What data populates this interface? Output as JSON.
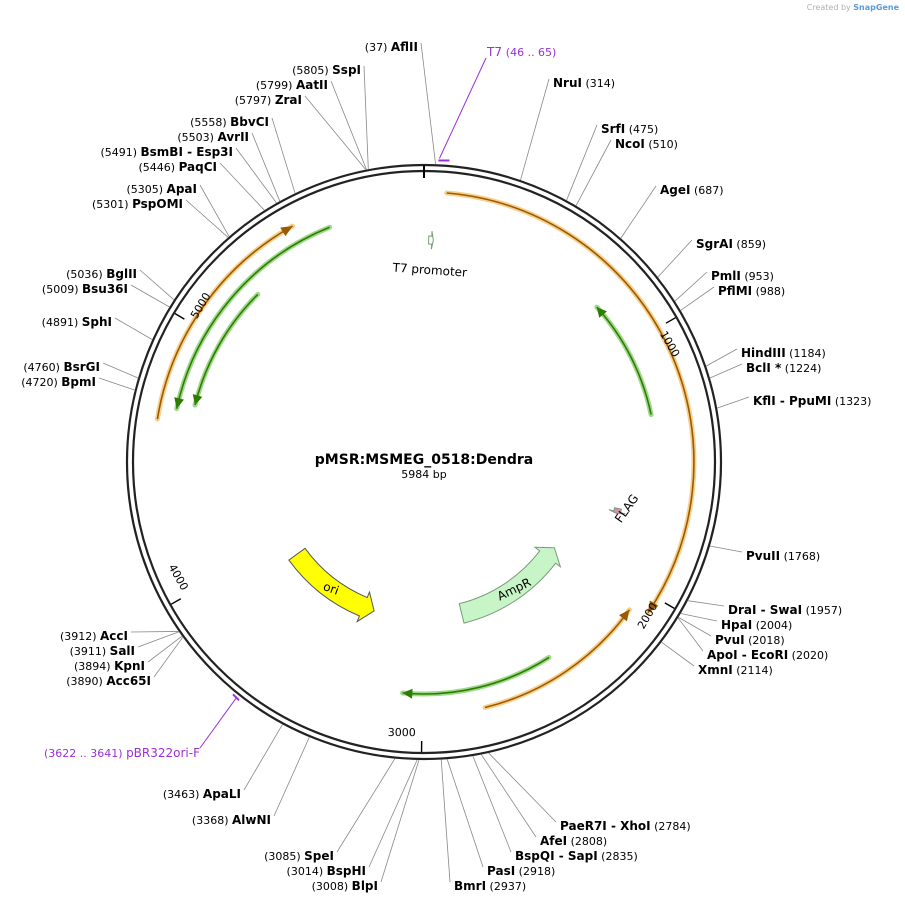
{
  "app": {
    "credit_prefix": "Created by",
    "credit_brand": "SnapGene"
  },
  "plasmid": {
    "name": "pMSR:MSMEG_0518:Dendra",
    "length_label": "5984 bp",
    "length": 5984
  },
  "ticks": [
    {
      "label": "1000",
      "bp": 1000
    },
    {
      "label": "2000",
      "bp": 2000
    },
    {
      "label": "3000",
      "bp": 3000
    },
    {
      "label": "4000",
      "bp": 4000
    },
    {
      "label": "5000",
      "bp": 5000
    }
  ],
  "sites": [
    {
      "name": "AflII",
      "pos": "(37)",
      "bp": 37
    },
    {
      "name": "NruI",
      "pos": "(314)",
      "bp": 314
    },
    {
      "name": "SrfI",
      "pos": "(475)",
      "bp": 475
    },
    {
      "name": "NcoI",
      "pos": "(510)",
      "bp": 510
    },
    {
      "name": "AgeI",
      "pos": "(687)",
      "bp": 687
    },
    {
      "name": "SgrAI",
      "pos": "(859)",
      "bp": 859
    },
    {
      "name": "PmlI",
      "pos": "(953)",
      "bp": 953
    },
    {
      "name": "PflMI",
      "pos": "(988)",
      "bp": 988
    },
    {
      "name": "HindIII",
      "pos": "(1184)",
      "bp": 1184
    },
    {
      "name": "BclI *",
      "pos": "(1224)",
      "bp": 1224
    },
    {
      "name": "KflI",
      "name2": "PpuMI",
      "pos": "(1323)",
      "bp": 1323
    },
    {
      "name": "PvuII",
      "pos": "(1768)",
      "bp": 1768
    },
    {
      "name": "DraI",
      "name2": "SwaI",
      "pos": "(1957)",
      "bp": 1957
    },
    {
      "name": "HpaI",
      "pos": "(2004)",
      "bp": 2004
    },
    {
      "name": "PvuI",
      "pos": "(2018)",
      "bp": 2018
    },
    {
      "name": "ApoI",
      "name2": "EcoRI",
      "pos": "(2020)",
      "bp": 2020
    },
    {
      "name": "XmnI",
      "pos": "(2114)",
      "bp": 2114
    },
    {
      "name": "PaeR7I",
      "name2": "XhoI",
      "pos": "(2784)",
      "bp": 2784
    },
    {
      "name": "AfeI",
      "pos": "(2808)",
      "bp": 2808
    },
    {
      "name": "BspQI",
      "name2": "SapI",
      "pos": "(2835)",
      "bp": 2835
    },
    {
      "name": "PasI",
      "pos": "(2918)",
      "bp": 2918
    },
    {
      "name": "BmrI",
      "pos": "(2937)",
      "bp": 2937
    },
    {
      "name": "BlpI",
      "pos": "(3008)",
      "bp": 3008
    },
    {
      "name": "BspHI",
      "pos": "(3014)",
      "bp": 3014
    },
    {
      "name": "SpeI",
      "pos": "(3085)",
      "bp": 3085
    },
    {
      "name": "AlwNI",
      "pos": "(3368)",
      "bp": 3368
    },
    {
      "name": "ApaLI",
      "pos": "(3463)",
      "bp": 3463
    },
    {
      "name": "Acc65I",
      "pos": "(3890)",
      "bp": 3890
    },
    {
      "name": "KpnI",
      "pos": "(3894)",
      "bp": 3894
    },
    {
      "name": "SalI",
      "pos": "(3911)",
      "bp": 3911
    },
    {
      "name": "AccI",
      "pos": "(3912)",
      "bp": 3912
    },
    {
      "name": "BpmI",
      "pos": "(4720)",
      "bp": 4720
    },
    {
      "name": "BsrGI",
      "pos": "(4760)",
      "bp": 4760
    },
    {
      "name": "SphI",
      "pos": "(4891)",
      "bp": 4891
    },
    {
      "name": "Bsu36I",
      "pos": "(5009)",
      "bp": 5009
    },
    {
      "name": "BglII",
      "pos": "(5036)",
      "bp": 5036
    },
    {
      "name": "PspOMI",
      "pos": "(5301)",
      "bp": 5301
    },
    {
      "name": "ApaI",
      "pos": "(5305)",
      "bp": 5305
    },
    {
      "name": "PaqCI",
      "pos": "(5446)",
      "bp": 5446
    },
    {
      "name": "BsmBI",
      "name2": "Esp3I",
      "pos": "(5491)",
      "bp": 5491
    },
    {
      "name": "AvrII",
      "pos": "(5503)",
      "bp": 5503
    },
    {
      "name": "BbvCI",
      "pos": "(5558)",
      "bp": 5558
    },
    {
      "name": "ZraI",
      "pos": "(5797)",
      "bp": 5797
    },
    {
      "name": "AatII",
      "pos": "(5799)",
      "bp": 5799
    },
    {
      "name": "SspI",
      "pos": "(5805)",
      "bp": 5805
    }
  ],
  "features": [
    {
      "name": "T7 promoter",
      "type": "promoter",
      "start": 20,
      "end": 40,
      "color": "#ffffff"
    },
    {
      "name": "FLAG",
      "type": "tag",
      "start": 1720,
      "end": 1745,
      "color": "#d88fa6"
    },
    {
      "name": "AmpR",
      "type": "cds",
      "start": 2050,
      "end": 2760,
      "color": "#c8f5c8"
    },
    {
      "name": "ori",
      "type": "rep_origin",
      "start": 3300,
      "end": 3890,
      "color": "#ffff00"
    }
  ],
  "orfs": [
    {
      "label": "orf-outer-right",
      "start": 80,
      "end": 2060,
      "color": "#9a5a00"
    },
    {
      "label": "orf-inner-right",
      "start": 2090,
      "end": 2760,
      "color": "#9a5a00"
    },
    {
      "label": "orf-inner-green",
      "start": 800,
      "end": 1300,
      "color": "#2d7d00"
    },
    {
      "label": "orf-bottom-green",
      "start": 2450,
      "end": 3080,
      "color": "#2d7d00"
    },
    {
      "label": "orf-left-orange",
      "start": 4640,
      "end": 5500,
      "color": "#9a5a00"
    },
    {
      "label": "orf-left-green",
      "start": 4690,
      "end": 5620,
      "color": "#2d7d00"
    },
    {
      "label": "orf-left-green-inner",
      "start": 4720,
      "end": 5240,
      "color": "#2d7d00"
    }
  ],
  "primers": [
    {
      "name": "T7",
      "pos": "(46 .. 65)",
      "bp": 55
    },
    {
      "name": "pBR322ori-F",
      "pos": "(3622 .. 3641)",
      "bp": 3632
    }
  ],
  "colors": {
    "primer": "#9b30d8",
    "backbone": "#222222",
    "orf_orange_fill": "#f7cf8a",
    "orf_green_fill": "#9fd88a"
  }
}
